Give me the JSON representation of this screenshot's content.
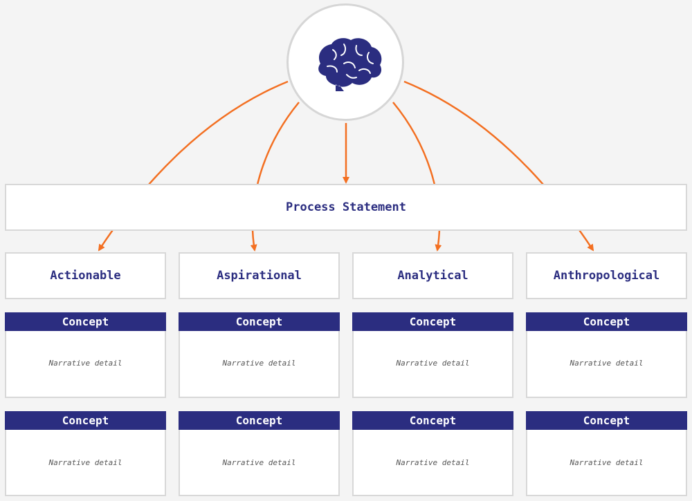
{
  "diagram": {
    "center_icon": "brain-icon",
    "statement": "Process Statement",
    "arrow_color": "#f36f21",
    "accent_color": "#2b2d80",
    "categories": [
      {
        "label": "Actionable"
      },
      {
        "label": "Aspirational"
      },
      {
        "label": "Analytical"
      },
      {
        "label": "Anthropological"
      }
    ],
    "card_rows": [
      [
        {
          "title": "Concept",
          "detail": "Narrative detail"
        },
        {
          "title": "Concept",
          "detail": "Narrative detail"
        },
        {
          "title": "Concept",
          "detail": "Narrative detail"
        },
        {
          "title": "Concept",
          "detail": "Narrative detail"
        }
      ],
      [
        {
          "title": "Concept",
          "detail": "Narrative detail"
        },
        {
          "title": "Concept",
          "detail": "Narrative detail"
        },
        {
          "title": "Concept",
          "detail": "Narrative detail"
        },
        {
          "title": "Concept",
          "detail": "Narrative detail"
        }
      ]
    ]
  }
}
